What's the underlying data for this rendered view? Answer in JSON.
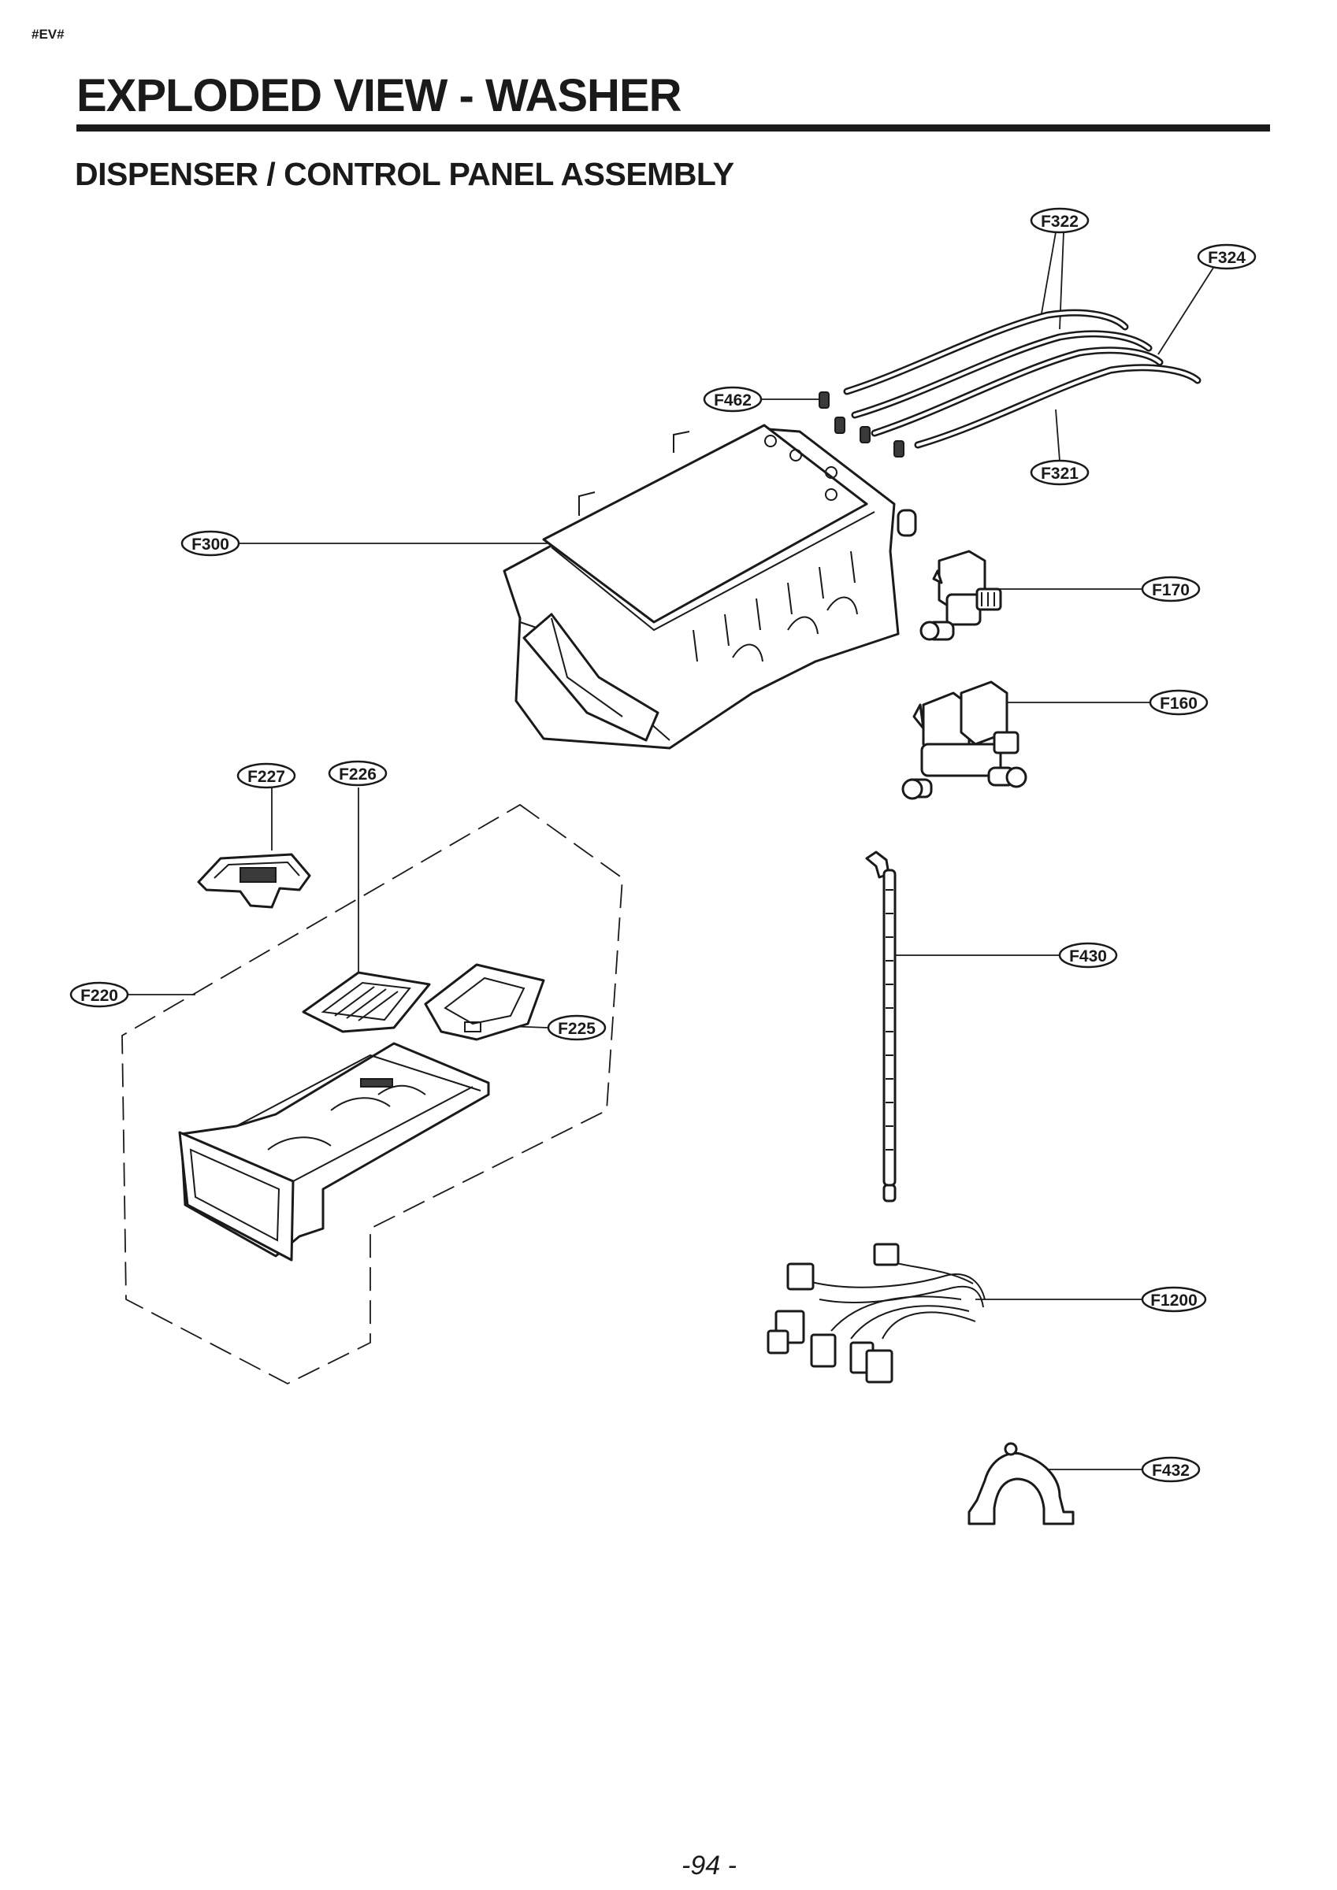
{
  "doc_tag": "#EV#",
  "title": "EXPLODED VIEW - WASHER",
  "subtitle": "DISPENSER / CONTROL PANEL ASSEMBLY",
  "page_number": "-94 -",
  "callouts": {
    "f322": "F322",
    "f324": "F324",
    "f462": "F462",
    "f321": "F321",
    "f300": "F300",
    "f170": "F170",
    "f160": "F160",
    "f227": "F227",
    "f226": "F226",
    "f220": "F220",
    "f225": "F225",
    "f430": "F430",
    "f1200": "F1200",
    "f432": "F432"
  },
  "icons": {
    "dispenser_housing": "dispenser-housing-icon",
    "drawer": "detergent-drawer-icon",
    "inlet_valve_single": "water-valve-icon",
    "inlet_valve_double": "double-water-valve-icon",
    "hoses": "hose-icon",
    "harness": "wire-harness-icon",
    "clamp": "clamp-icon"
  }
}
